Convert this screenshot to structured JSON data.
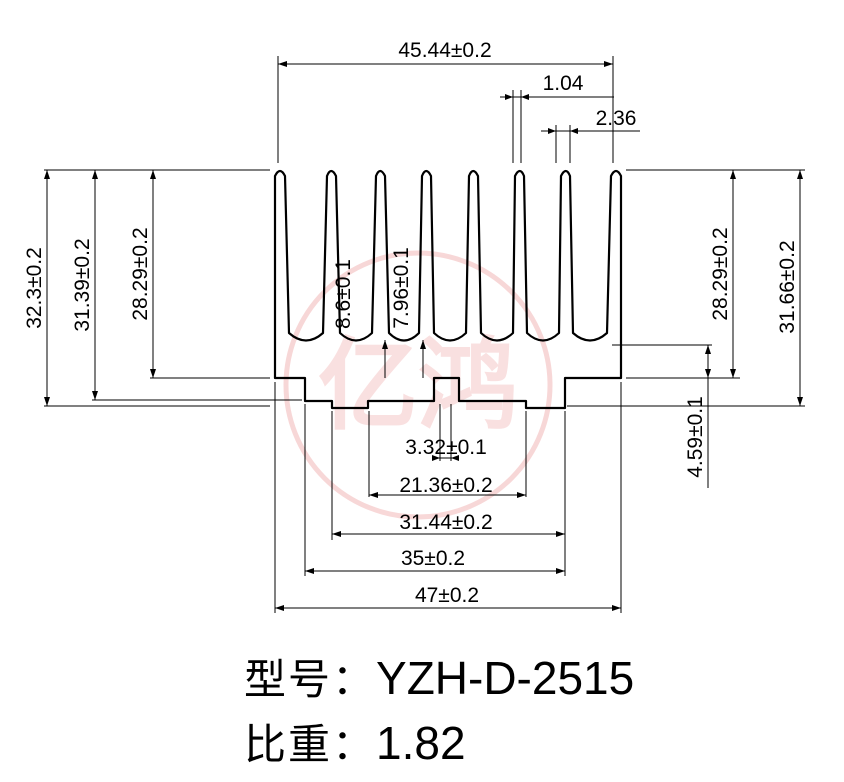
{
  "watermark": {
    "text": "亿鸿",
    "color": "#f2b8b8"
  },
  "dimensions": {
    "overall_top_width": "45.44±0.2",
    "fin_thickness": "1.04",
    "fin_gap": "2.36",
    "left_height_total": "32.3±0.2",
    "left_height_mid": "31.39±0.2",
    "left_fin_height": "28.29±0.2",
    "slot_depth_a": "8.6±0.1",
    "slot_depth_b": "7.96±0.1",
    "right_fin_height": "28.29±0.2",
    "right_height_total": "31.66±0.2",
    "base_thickness": "4.59±0.1",
    "center_rib_width": "3.32±0.1",
    "width_21": "21.36±0.2",
    "width_31": "31.44±0.2",
    "width_35": "35±0.2",
    "overall_bottom_width": "47±0.2"
  },
  "info": {
    "model_label": "型号：",
    "model_value": "YZH-D-2515",
    "weight_label": "比重：",
    "weight_value": "1.82"
  }
}
